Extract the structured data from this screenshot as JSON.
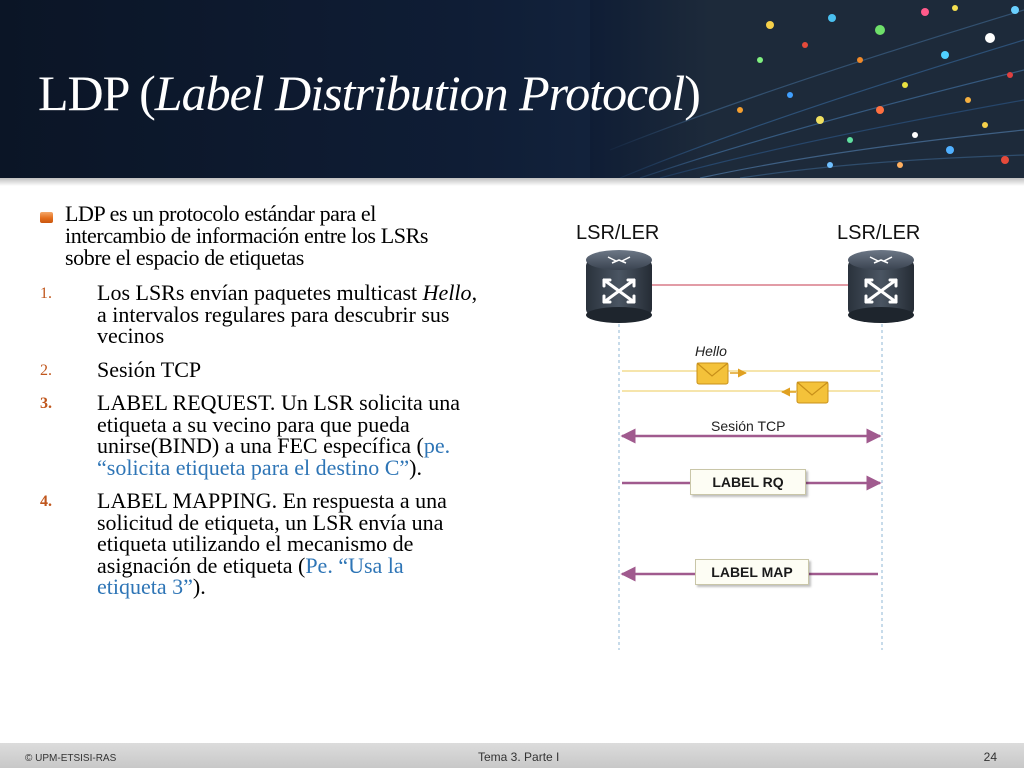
{
  "slide": {
    "title_prefix": "LDP (",
    "title_italic": "Label Distribution Protocol",
    "title_suffix": ")"
  },
  "main_bullet": "LDP es un protocolo estándar para el intercambio de información entre los LSRs sobre el espacio de etiquetas",
  "items": [
    {
      "num": "1.",
      "parts": [
        "Los LSRs envían paquetes multicast ",
        "Hello",
        ", a intervalos regulares para descubrir sus vecinos"
      ]
    },
    {
      "num": "2.",
      "text": "Sesión TCP"
    },
    {
      "num": "3.",
      "lead": "LABEL REQUEST.",
      "text": " Un LSR solicita una etiqueta a su vecino para que pueda unirse(BIND) a una FEC específica (",
      "blue": "pe. “solicita etiqueta para el destino C”",
      "end": ")."
    },
    {
      "num": "4.",
      "lead": "LABEL MAPPING",
      "text": ". En respuesta a una solicitud  de etiqueta, un LSR envía una etiqueta utilizando el mecanismo de asignación de etiqueta (",
      "blue": "Pe. “Usa la etiqueta 3”",
      "end": ")."
    }
  ],
  "diagram": {
    "left_label": "LSR/LER",
    "right_label": "LSR/LER",
    "hello_label": "Hello",
    "tcp_label": "Sesión TCP",
    "label_rq": "LABEL RQ",
    "label_map": "LABEL MAP"
  },
  "footer": {
    "left": "© UPM-ETSISI-RAS",
    "center": "Tema 3. Parte I",
    "page": "24"
  }
}
